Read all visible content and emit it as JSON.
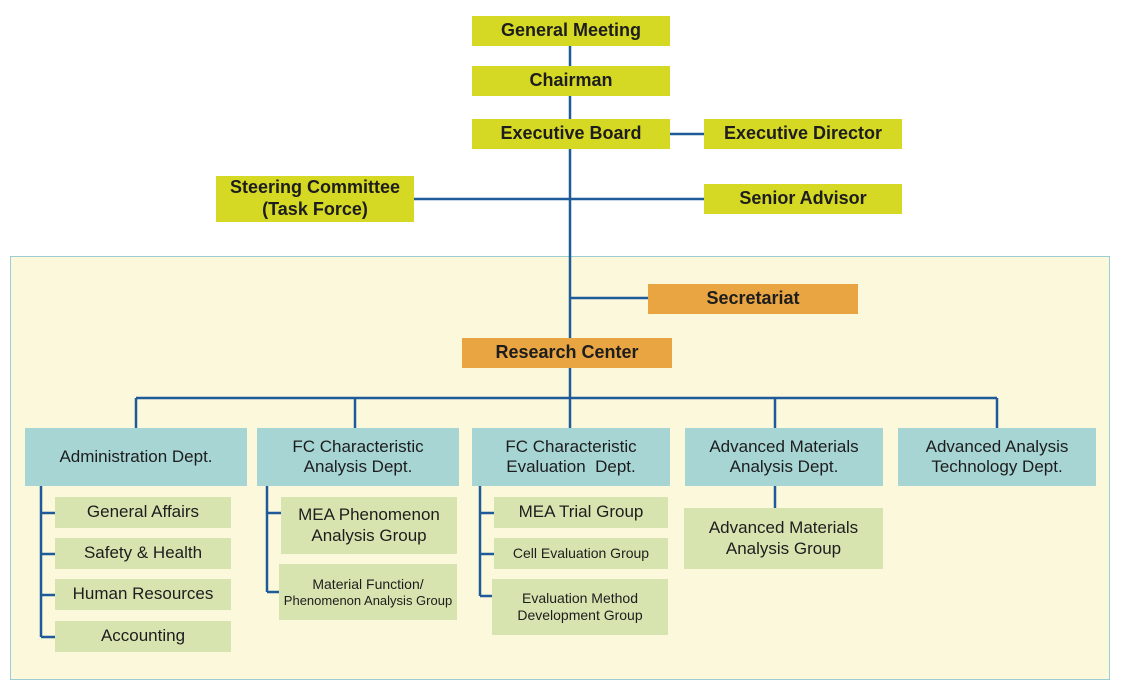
{
  "top": {
    "general_meeting": "General Meeting",
    "chairman": "Chairman",
    "executive_board": "Executive Board",
    "executive_director": "Executive Director",
    "steering_committee": [
      "Steering Committee",
      "(Task Force)"
    ],
    "senior_advisor": "Senior Advisor"
  },
  "center": {
    "secretariat": "Secretariat",
    "research_center": "Research Center"
  },
  "departments": [
    {
      "name": [
        "Administration Dept."
      ],
      "groups": [
        [
          "General Affairs"
        ],
        [
          "Safety & Health"
        ],
        [
          "Human Resources"
        ],
        [
          "Accounting"
        ]
      ]
    },
    {
      "name": [
        "FC Characteristic",
        "Analysis Dept."
      ],
      "groups": [
        [
          "MEA Phenomenon",
          "Analysis Group"
        ],
        [
          "Material Function/",
          "Phenomenon Analysis Group"
        ]
      ]
    },
    {
      "name": [
        "FC Characteristic",
        "Evaluation  Dept."
      ],
      "groups": [
        [
          "MEA Trial Group"
        ],
        [
          "Cell Evaluation Group"
        ],
        [
          "Evaluation Method",
          "Development Group"
        ]
      ]
    },
    {
      "name": [
        "Advanced Materials",
        "Analysis Dept."
      ],
      "groups": [
        [
          "Advanced Materials",
          "Analysis Group"
        ]
      ]
    },
    {
      "name": [
        "Advanced Analysis",
        "Technology Dept."
      ],
      "groups": []
    }
  ],
  "colors": {
    "top_box": "#d6d924",
    "center_box": "#e8a542",
    "dept_box": "#a6d5d4",
    "group_box": "#d8e4b0",
    "connector": "#1f5b99",
    "panel_bg": "#fbf8dc"
  }
}
